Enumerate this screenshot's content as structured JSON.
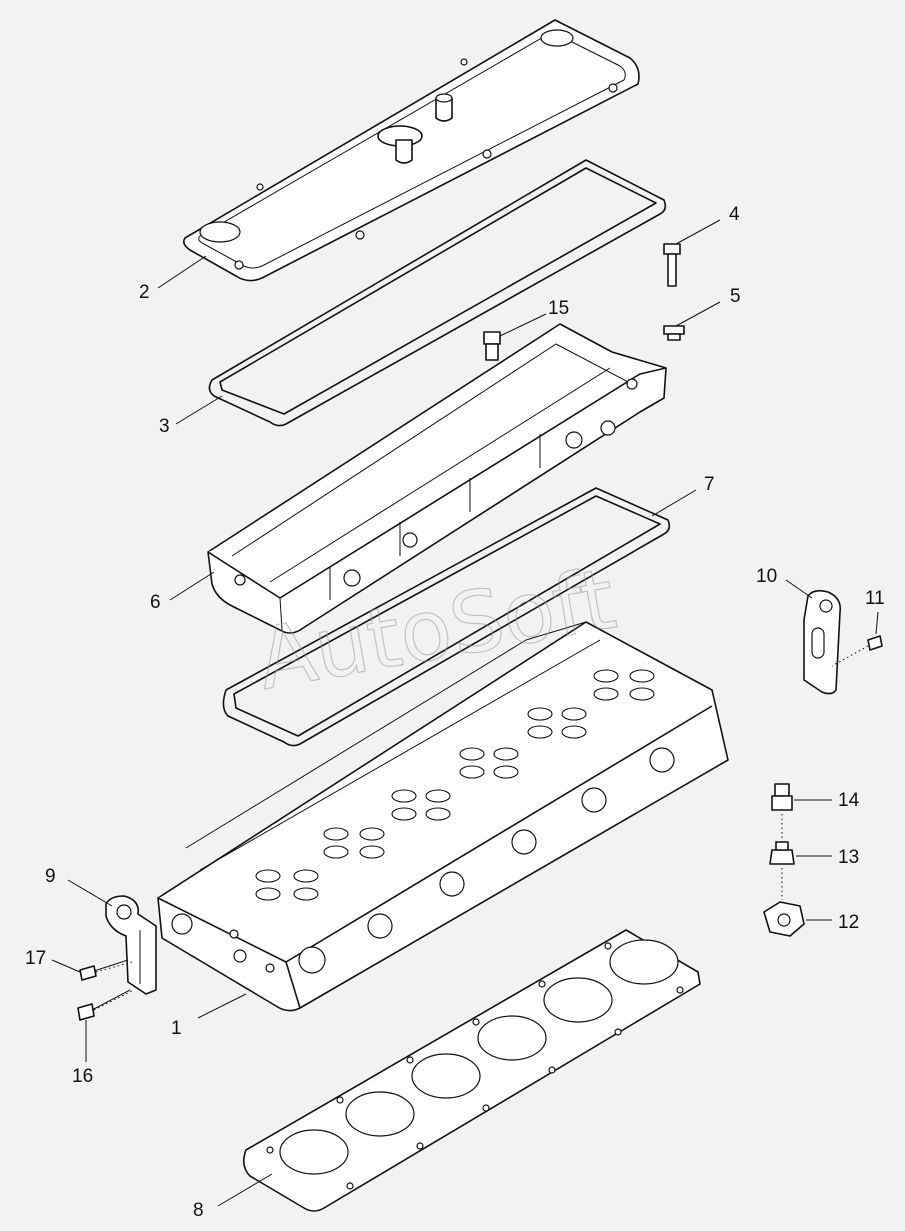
{
  "watermark": "AutoSoft",
  "callouts": [
    {
      "id": "1",
      "label": "1"
    },
    {
      "id": "2",
      "label": "2"
    },
    {
      "id": "3",
      "label": "3"
    },
    {
      "id": "4",
      "label": "4"
    },
    {
      "id": "5",
      "label": "5"
    },
    {
      "id": "6",
      "label": "6"
    },
    {
      "id": "7",
      "label": "7"
    },
    {
      "id": "8",
      "label": "8"
    },
    {
      "id": "9",
      "label": "9"
    },
    {
      "id": "10",
      "label": "10"
    },
    {
      "id": "11",
      "label": "11"
    },
    {
      "id": "12",
      "label": "12"
    },
    {
      "id": "13",
      "label": "13"
    },
    {
      "id": "14",
      "label": "14"
    },
    {
      "id": "15",
      "label": "15"
    },
    {
      "id": "16",
      "label": "16"
    },
    {
      "id": "17",
      "label": "17"
    }
  ]
}
